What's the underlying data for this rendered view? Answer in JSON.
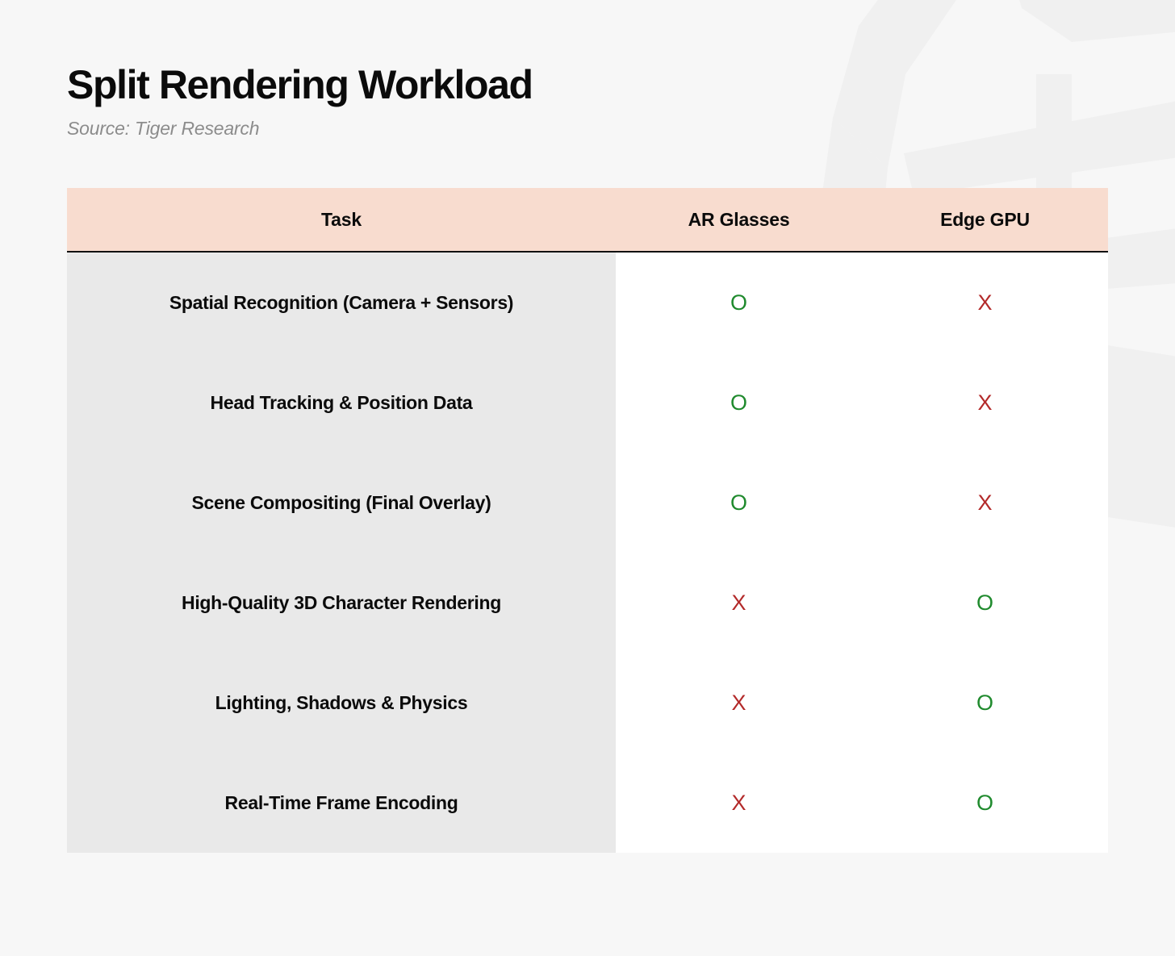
{
  "header": {
    "title": "Split Rendering Workload",
    "subtitle": "Source: Tiger Research"
  },
  "theme": {
    "page_background": "#f7f7f7",
    "header_row_background": "#f8dccf",
    "task_column_background": "#e9e9e9",
    "body_background": "#ffffff",
    "yes_color": "#1f8a2d",
    "no_color": "#b32a2a",
    "title_color": "#0b0b0b",
    "subtitle_color": "#8c8c8c",
    "watermark_color": "#f0f0f0"
  },
  "watermark": {
    "icon": "tiger-glyph-watermark"
  },
  "table": {
    "columns": [
      {
        "key": "task",
        "label": "Task"
      },
      {
        "key": "ar_glasses",
        "label": "AR Glasses"
      },
      {
        "key": "edge_gpu",
        "label": "Edge GPU"
      }
    ],
    "rows": [
      {
        "task": "Spatial Recognition (Camera + Sensors)",
        "ar_glasses": "O",
        "edge_gpu": "X"
      },
      {
        "task": "Head Tracking & Position Data",
        "ar_glasses": "O",
        "edge_gpu": "X"
      },
      {
        "task": "Scene Compositing (Final Overlay)",
        "ar_glasses": "O",
        "edge_gpu": "X"
      },
      {
        "task": "High-Quality 3D Character Rendering",
        "ar_glasses": "X",
        "edge_gpu": "O"
      },
      {
        "task": "Lighting, Shadows & Physics",
        "ar_glasses": "X",
        "edge_gpu": "O"
      },
      {
        "task": "Real-Time Frame Encoding",
        "ar_glasses": "X",
        "edge_gpu": "O"
      }
    ]
  }
}
